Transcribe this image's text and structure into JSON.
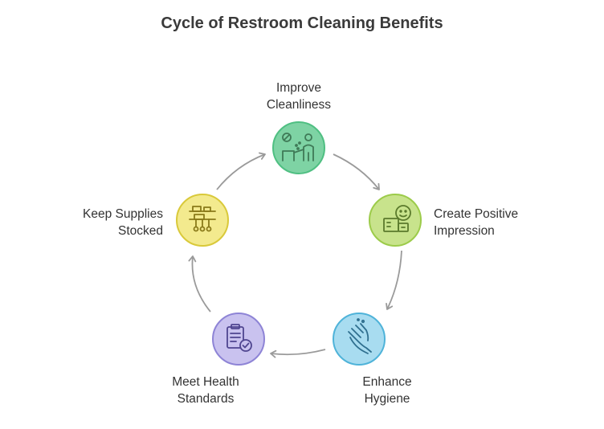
{
  "title": "Cycle of Restroom Cleaning Benefits",
  "steps": [
    {
      "line1": "Improve",
      "line2": "Cleanliness",
      "icon": "cleaning-person-icon",
      "color": "#7ed3a4",
      "border": "#4fbf82"
    },
    {
      "line1": "Create Positive",
      "line2": "Impression",
      "icon": "smiling-receptionist-icon",
      "color": "#c8e38c",
      "border": "#9ccb4a"
    },
    {
      "line1": "Enhance",
      "line2": "Hygiene",
      "icon": "washing-hands-icon",
      "color": "#a8dcf0",
      "border": "#4fb3d9"
    },
    {
      "line1": "Meet Health",
      "line2": "Standards",
      "icon": "checklist-clipboard-icon",
      "color": "#c9c2ef",
      "border": "#8e84d6"
    },
    {
      "line1": "Keep Supplies",
      "line2": "Stocked",
      "icon": "supply-shelf-icon",
      "color": "#f3ea8e",
      "border": "#d9c93a"
    }
  ]
}
